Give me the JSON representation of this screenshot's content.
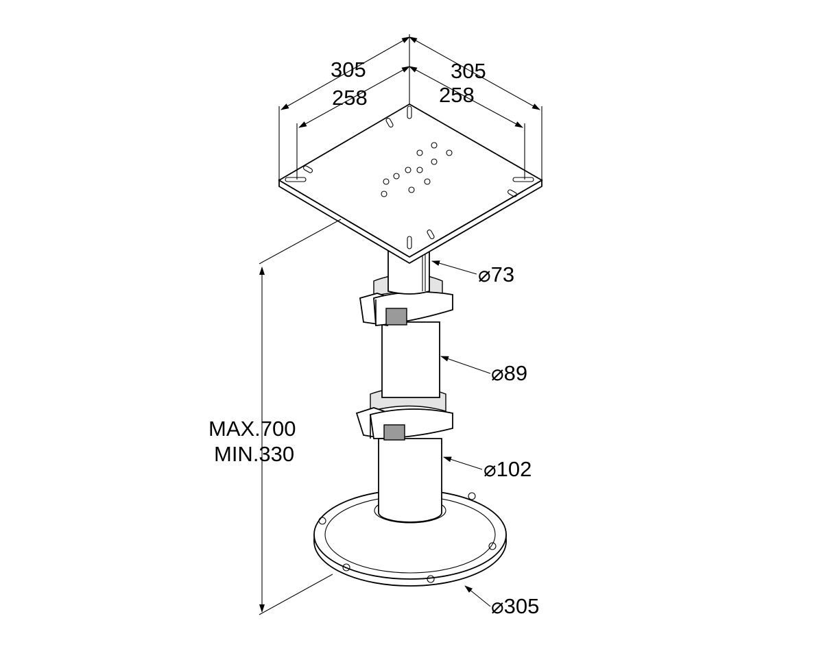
{
  "dimensions": {
    "plate_outer_left": "305",
    "plate_outer_right": "305",
    "plate_holes_left": "258",
    "plate_holes_right": "258",
    "tube_top": "⌀73",
    "tube_middle": "⌀89",
    "tube_bottom": "⌀102",
    "base": "⌀305",
    "height_max": "MAX.700",
    "height_min": "MIN.330"
  }
}
